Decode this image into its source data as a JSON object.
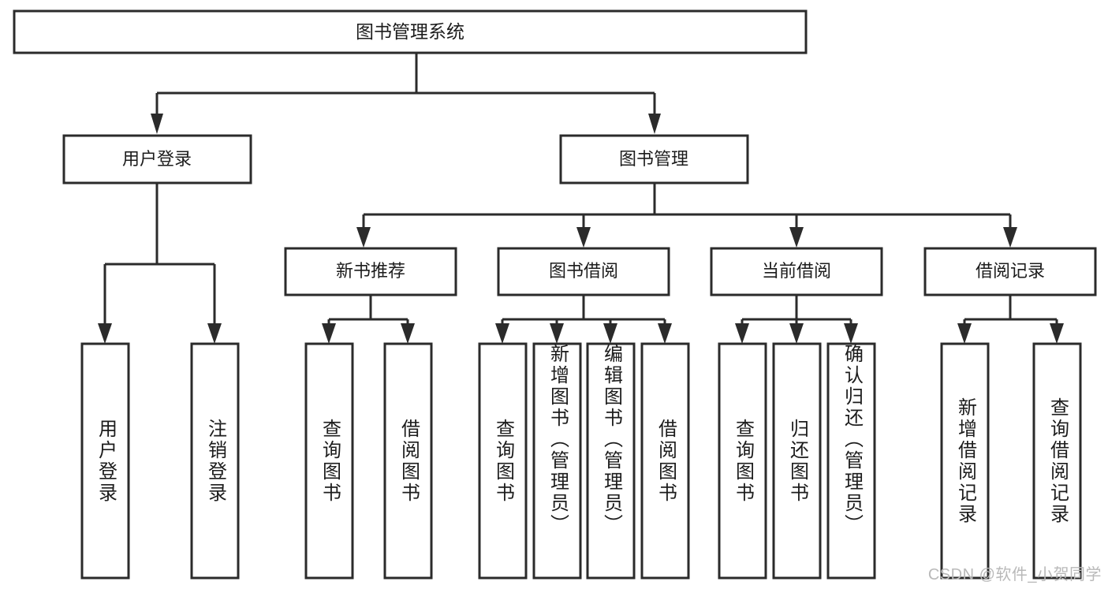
{
  "diagram": {
    "title": "图书管理系统",
    "type": "hierarchy-tree",
    "watermark": "CSDN @软件_小贺同学",
    "colors": {
      "box_stroke": "#2b2b2b",
      "box_fill": "#ffffff",
      "connector": "#2b2b2b",
      "text": "#1c1c1c",
      "watermark": "#b9b9b9",
      "background": "#ffffff"
    },
    "root": {
      "label": "图书管理系统"
    },
    "level2": [
      {
        "label": "用户登录"
      },
      {
        "label": "图书管理"
      }
    ],
    "level3": [
      {
        "label": "新书推荐"
      },
      {
        "label": "图书借阅"
      },
      {
        "label": "当前借阅"
      },
      {
        "label": "借阅记录"
      }
    ],
    "leaves": {
      "user_login": [
        {
          "label": "用户登录"
        },
        {
          "label": "注销登录"
        }
      ],
      "new_book_rec": [
        {
          "label": "查询图书"
        },
        {
          "label": "借阅图书"
        }
      ],
      "book_borrow": [
        {
          "label": "查询图书"
        },
        {
          "label": "新增图书（管理员）"
        },
        {
          "label": "编辑图书（管理员）"
        },
        {
          "label": "借阅图书"
        }
      ],
      "current_borrow": [
        {
          "label": "查询图书"
        },
        {
          "label": "归还图书"
        },
        {
          "label": "确认归还（管理员）"
        }
      ],
      "borrow_record": [
        {
          "label": "新增借阅记录"
        },
        {
          "label": "查询借阅记录"
        }
      ]
    }
  }
}
